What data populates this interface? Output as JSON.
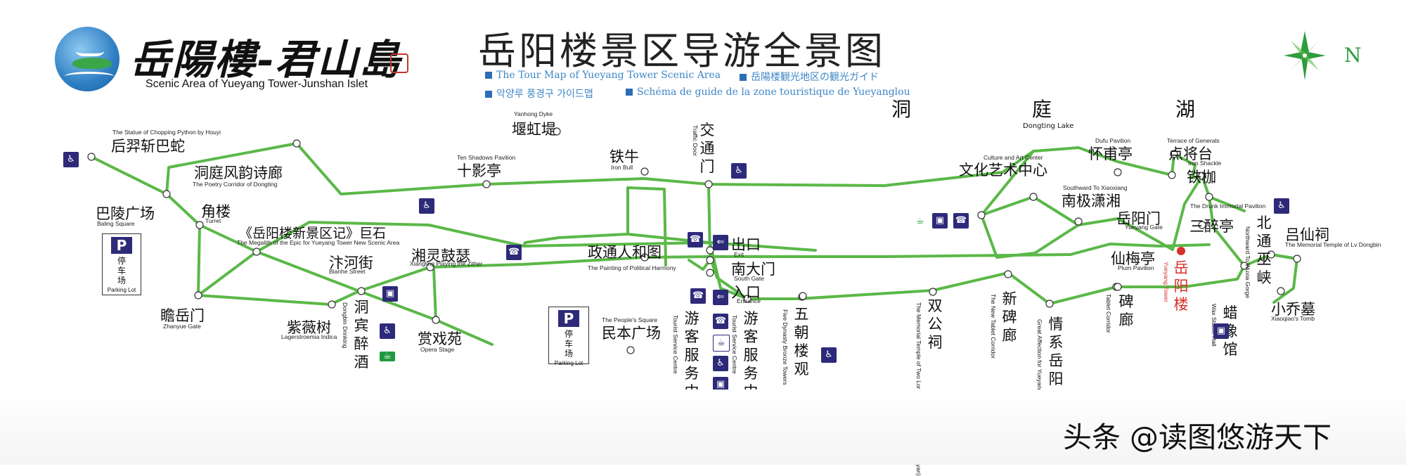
{
  "header": {
    "brand_title": "岳陽樓-君山島",
    "brand_subtitle": "Scenic Area of Yueyang Tower-Junshan Islet",
    "map_title": "岳阳楼景区导游全景图",
    "subtitles": [
      "The Tour Map of Yueyang Tower Scenic Area",
      "岳陽楼観光地区の観光ガイド",
      "악양루 풍경구 가이드맵",
      "Schéma de guide de la zone touristique de Yueyanglou"
    ],
    "north": "N"
  },
  "lake": {
    "chars": [
      "洞",
      "庭",
      "湖"
    ],
    "en": "Dongting Lake"
  },
  "places": {
    "houyi_en": "The Statue of Chopping Python by Houyi",
    "houyi_cn": "后羿斩巴蛇",
    "yanhong_en": "Yanhong Dyke",
    "yanhong_cn": "堰虹堤",
    "dongting_poetry_cn": "洞庭风韵诗廊",
    "dongting_poetry_en": "The Poetry Corridor of Dongting",
    "shiying_en": "Ten Shadows Pavilion",
    "shiying_cn": "十影亭",
    "tieniu_cn": "铁牛",
    "tieniu_en": "Iron Bull",
    "traffic_cn": "交通门",
    "traffic_en": "Traffic Door",
    "culture_en": "Culture and Art Center",
    "culture_cn": "文化艺术中心",
    "dufu_en": "Dufu Pavilion",
    "dufu_cn": "怀甫亭",
    "generals_en": "Terrace of Generals",
    "generals_cn": "点将台",
    "shackle_en": "Iron Shackle",
    "shackle_cn": "铁枷",
    "baling_cn": "巴陵广场",
    "baling_en": "Baling Square",
    "jiaolou_cn": "角楼",
    "jiaolou_en": "Turret",
    "megalith_cn": "《岳阳楼新景区记》巨石",
    "megalith_en": "The Megalith of the Epic for Yueyang Tower New Scenic Area",
    "bianhe_cn": "汴河街",
    "bianhe_en": "Bianhe Street",
    "xiangling_cn": "湘灵鼓瑟",
    "xiangling_en": "Xiangling Playing the Zither",
    "zhengtong_cn": "政通人和图",
    "zhengtong_en": "The Painting of Political Harmony",
    "exit_cn": "出口",
    "exit_en": "Exit",
    "southgate_cn": "南大门",
    "southgate_en": "South Gate",
    "entrance_cn": "入口",
    "entrance_en": "Entrance",
    "nanji_en": "Southward To Xiaoxiang",
    "nanji_cn": "南极潇湘",
    "yueyangmen_cn": "岳阳门",
    "yueyangmen_en": "Yueyang Gate",
    "drunk_en": "The Drunk Immortal Pavilion",
    "sanzui_cn": "三醉亭",
    "beitong_cn": "北通巫峡",
    "beitong_en": "Northward To Wuxia Gorge",
    "lvxian_cn": "吕仙祠",
    "lvxian_en": "The Memorial Temple of Lv Dongbin",
    "xianmei_cn": "仙梅亭",
    "xianmei_en": "Plum Pavilion",
    "yueyanglou_cn": "岳阳楼",
    "yueyanglou_en": "Yueyang Tower",
    "zhanyue_cn": "瞻岳门",
    "zhanyue_en": "Zhanyue Gate",
    "ziwei_cn": "紫薇树",
    "ziwei_en": "Lagerstroemia Indica",
    "dongbin_cn": "洞宾醉酒",
    "dongbin_en": "Dongbin Drinking",
    "shangxi_cn": "赏戏苑",
    "shangxi_en": "Opera Stage",
    "minben_en": "The People's Square",
    "minben_cn": "民本广场",
    "tourist_left_cn": "游客服务中心",
    "tourist_left_en": "Tourist Service Centre",
    "tourist_right_cn": "游客服务中心",
    "tourist_right_en": "Tourist Service Centre",
    "wuchao_cn": "五朝楼观",
    "wuchao_en": "Five Dynasty Bronze Towers",
    "shuanggong_cn": "双公祠",
    "shuanggong_en": "The Memorial Temple of Two Lords (Teng Zijing & Fan Zhongyan)",
    "xinbei_cn": "新碑廊",
    "xinbei_en": "The New Tablet Corridor",
    "qingxi_cn": "情系岳阳楼",
    "qingxi_en": "Great Affection for Yueyang Tower",
    "beilang_cn": "碑廊",
    "beilang_en": "Tablet Corridor",
    "xiaoqiao_cn": "小乔墓",
    "xiaoqiao_en": "Xiaoqiao's Tomb",
    "laxiang_cn": "蜡像馆",
    "laxiang_en": "Wax Statue Hall"
  },
  "parking": {
    "symbol": "P",
    "cn": "停车场",
    "en": "Parking Lot"
  },
  "colors": {
    "route": "#5bb848",
    "icon_blue": "#2e2a7a",
    "highlight": "#d6302b"
  },
  "icons": {
    "toilet": "♿",
    "phone": "☎",
    "gift": "▣",
    "exit": "⇐",
    "info": "?",
    "first_aid": "+",
    "tea": "☕"
  },
  "watermark": "头条 @读图悠游天下"
}
